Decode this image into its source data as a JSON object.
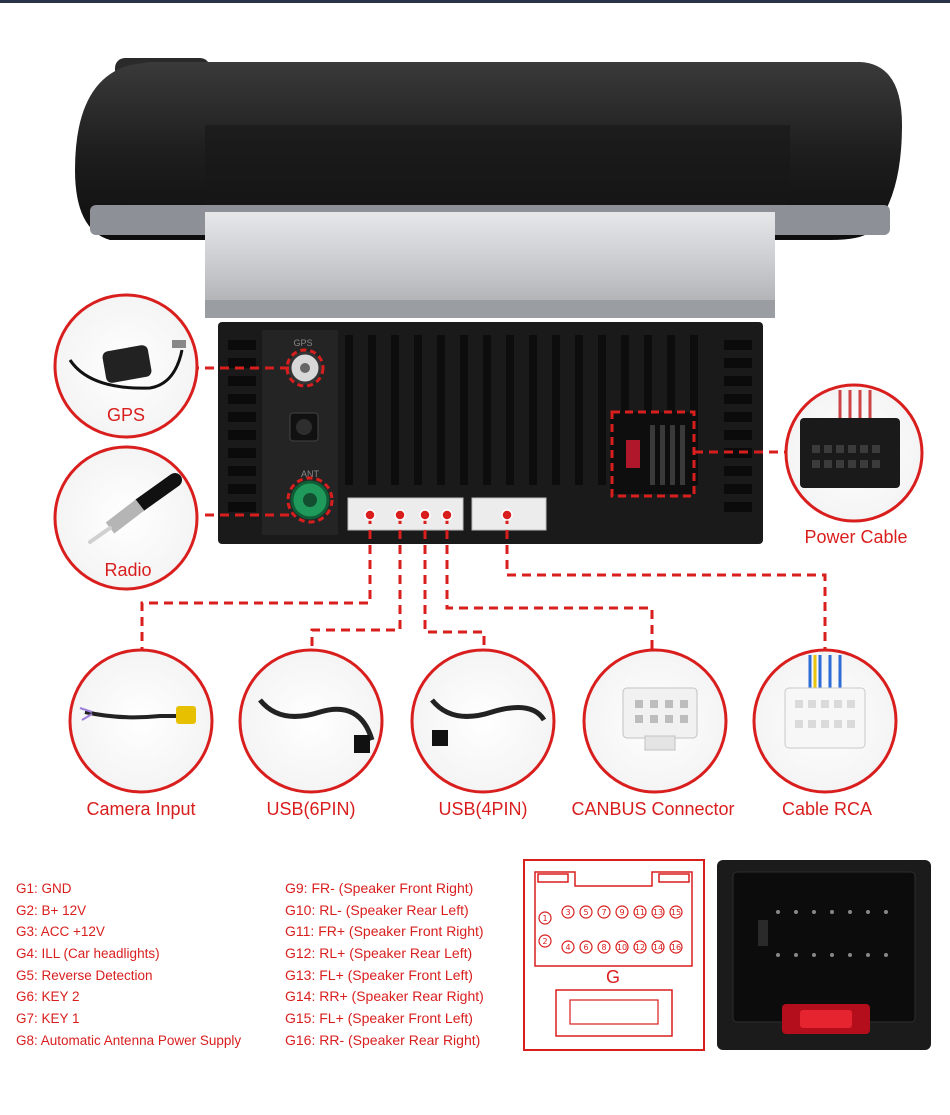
{
  "labels": {
    "gps": "GPS",
    "radio": "Radio",
    "power_cable": "Power Cable",
    "camera_input": "Camera Input",
    "usb6": "USB(6PIN)",
    "usb4": "USB(4PIN)",
    "canbus": "CANBUS Connector",
    "cable_rca": "Cable RCA"
  },
  "unit_marks": {
    "gps_port": "GPS",
    "ant_port": "ANT"
  },
  "pinout_left": [
    "G1: GND",
    "G2: B+ 12V",
    "G3: ACC  +12V",
    "G4: ILL (Car headlights)",
    "G5: Reverse Detection",
    "G6: KEY 2",
    "G7: KEY 1",
    "G8: Automatic Antenna Power Supply"
  ],
  "pinout_right": [
    "G9:  FR- (Speaker Front Right)",
    "G10: RL- (Speaker Rear Left)",
    "G11: FR+ (Speaker Front Right)",
    "G12: RL+ (Speaker Rear Left)",
    "G13: FL+ (Speaker Front Left)",
    "G14: RR+ (Speaker Rear Right)",
    "G15: FL+ (Speaker Front Left)",
    "G16: RR- (Speaker Rear Right)"
  ],
  "diagram": {
    "row1_lead": "1",
    "row1_pins": [
      "3",
      "5",
      "7",
      "9",
      "11",
      "13",
      "15"
    ],
    "row2_lead": "2",
    "row2_pins": [
      "4",
      "6",
      "8",
      "10",
      "12",
      "14",
      "16"
    ],
    "group_letter": "G"
  },
  "colors": {
    "accent_red": "#d91e1e",
    "unit_black": "#1c1c1c",
    "ant_green": "#1f9a5a"
  }
}
